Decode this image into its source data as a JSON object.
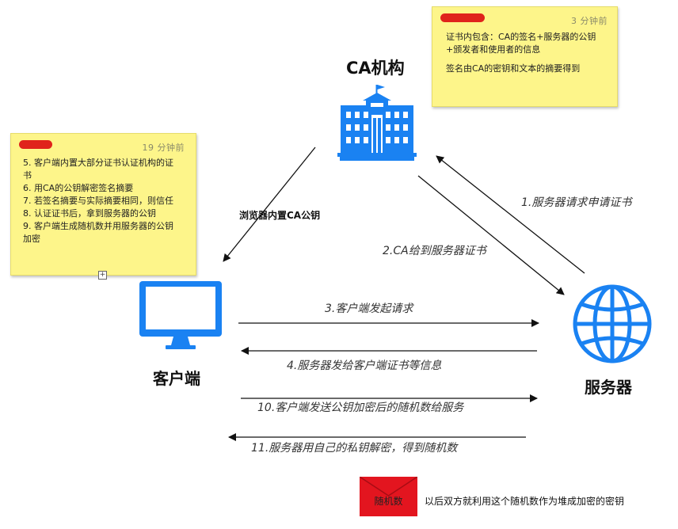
{
  "notes": {
    "top_right": {
      "time": "3 分钟前",
      "lines": [
        "证书内包含：CA的签名+服务器的公钥",
        "+颁发者和使用者的信息",
        "",
        "签名由CA的密钥和文本的摘要得到"
      ]
    },
    "left": {
      "time": "19 分钟前",
      "lines": [
        "5. 客户端内置大部分证书认证机构的证",
        "书",
        "6. 用CA的公钥解密签名摘要",
        "7. 若签名摘要与实际摘要相同，则信任",
        "8. 认证证书后，拿到服务器的公钥",
        "9. 客户端生成随机数并用服务器的公钥",
        "加密"
      ]
    }
  },
  "nodes": {
    "ca": "CA机构",
    "client": "客户端",
    "server": "服务器"
  },
  "edges": {
    "browser_builtin": "浏览器内置CA公钥",
    "step1": "1.服务器请求申请证书",
    "step2": "2.CA给到服务器证书",
    "step3": "3.客户端发起请求",
    "step4": "4.服务器发给客户端证书等信息",
    "step10": "10.客户端发送公钥加密后的随机数给服务",
    "step11": "11.服务器用自己的私钥解密，得到随机数"
  },
  "envelope": {
    "label": "随机数",
    "note": "以后双方就利用这个随机数作为堆成加密的密钥"
  },
  "colors": {
    "icon_blue": "#1a82f2",
    "note_yellow": "#fdf58a",
    "envelope_red": "#e3151f"
  },
  "icons": {
    "ca": "bank-building-icon",
    "client": "monitor-icon",
    "server": "globe-icon",
    "envelope": "envelope-icon"
  }
}
